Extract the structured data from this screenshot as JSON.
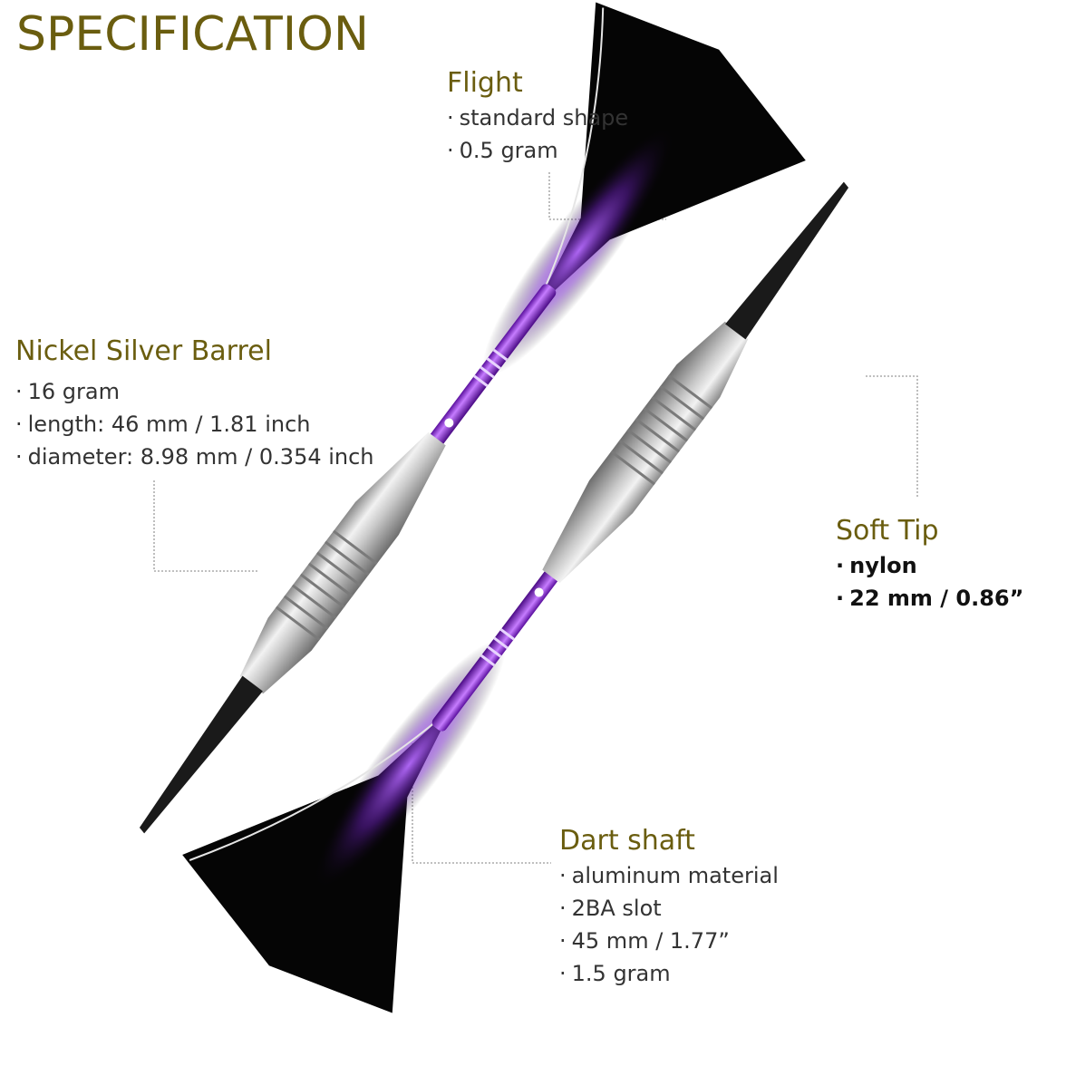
{
  "title": "SPECIFICATION",
  "bullet": "·",
  "colors": {
    "heading": "#6a5d0f",
    "text": "#333333",
    "accent_purple": "#9b30ff"
  },
  "specs": {
    "flight": {
      "heading": "Flight",
      "items": [
        "standard shape",
        "0.5 gram"
      ]
    },
    "barrel": {
      "heading": "Nickel Silver Barrel",
      "items": [
        "16 gram",
        "length: 46 mm / 1.81 inch",
        "diameter: 8.98 mm / 0.354 inch"
      ]
    },
    "tip": {
      "heading": "Soft Tip",
      "items": [
        "nylon",
        "22 mm / 0.86”"
      ]
    },
    "shaft": {
      "heading": "Dart shaft",
      "items": [
        "aluminum material",
        "2BA slot",
        "45 mm / 1.77”",
        "1.5 gram"
      ]
    }
  }
}
